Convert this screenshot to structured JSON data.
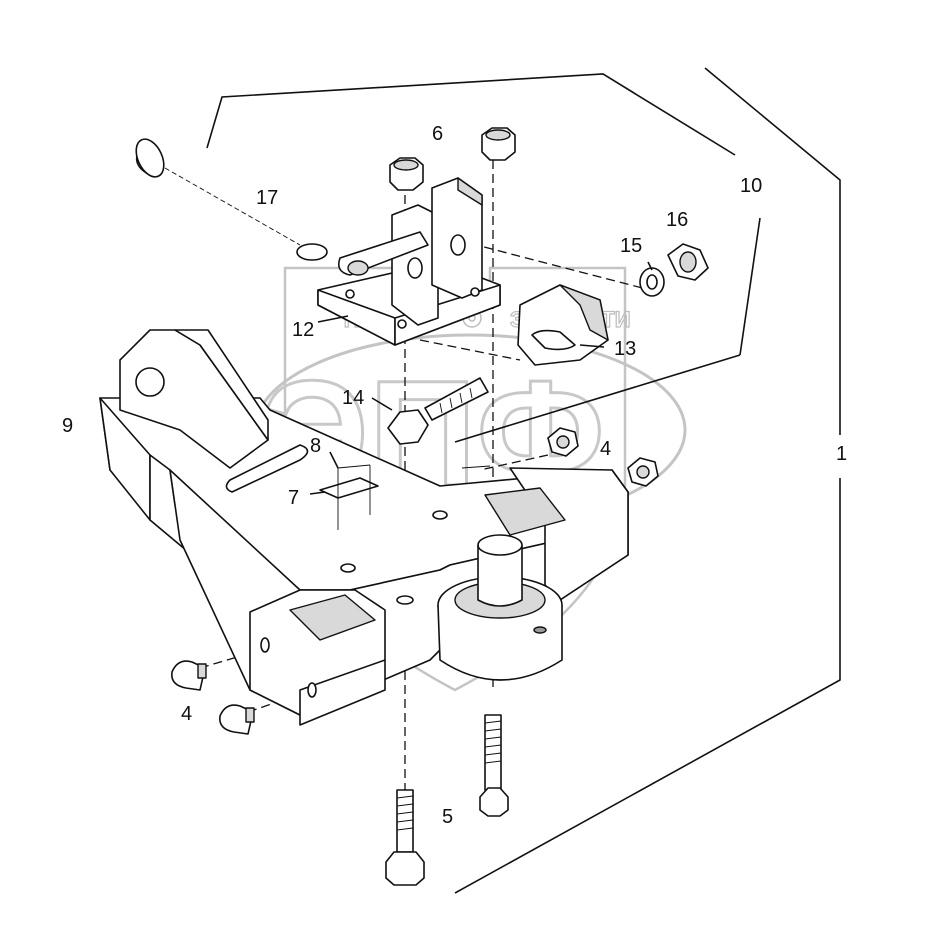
{
  "watermark": {
    "top_left": "ТЕХНИКА",
    "top_right": "ЗАПЧАСТИ",
    "center": "ЭПФ"
  },
  "callouts": [
    {
      "id": "c1",
      "label": "1"
    },
    {
      "id": "c4a",
      "label": "4"
    },
    {
      "id": "c4b",
      "label": "4"
    },
    {
      "id": "c5",
      "label": "5"
    },
    {
      "id": "c6",
      "label": "6"
    },
    {
      "id": "c7",
      "label": "7"
    },
    {
      "id": "c8",
      "label": "8"
    },
    {
      "id": "c9",
      "label": "9"
    },
    {
      "id": "c10",
      "label": "10"
    },
    {
      "id": "c12",
      "label": "12"
    },
    {
      "id": "c13",
      "label": "13"
    },
    {
      "id": "c14",
      "label": "14"
    },
    {
      "id": "c15",
      "label": "15"
    },
    {
      "id": "c16",
      "label": "16"
    },
    {
      "id": "c17",
      "label": "17"
    }
  ]
}
